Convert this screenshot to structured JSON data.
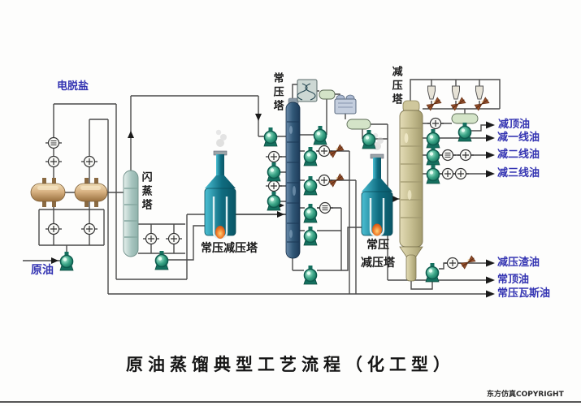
{
  "colors": {
    "label_blue": "#3434b2",
    "text_black": "#1a1a1a",
    "pipe_line": "#4a4a4a",
    "pump_teal": "#1f8a70",
    "valve_brown": "#96502c",
    "atmospheric_column": "#315877",
    "vacuum_column": "#c3bb8d",
    "furnace_teal": "#0f6c80",
    "desalter_tan": "#d9b384",
    "flash_column": "#a7c5bf",
    "flame_orange": "#f07a28"
  },
  "labels": {
    "desalter": "电脱盐",
    "crude": "原油",
    "flash_tower": "闪蒸塔",
    "atm_tower": "常压塔",
    "vac_tower": "减压塔",
    "furnace_left": "常压减压塔",
    "furnace_right_line1": "常压",
    "furnace_right_line2": "减压塔"
  },
  "products": [
    "减顶油",
    "减一线油",
    "减二线油",
    "减三线油",
    "减压渣油",
    "常顶油",
    "常压瓦斯油"
  ],
  "title": "原油蒸馏典型工艺流程（化工型）",
  "copyright": "东方仿真COPYRIGHT"
}
